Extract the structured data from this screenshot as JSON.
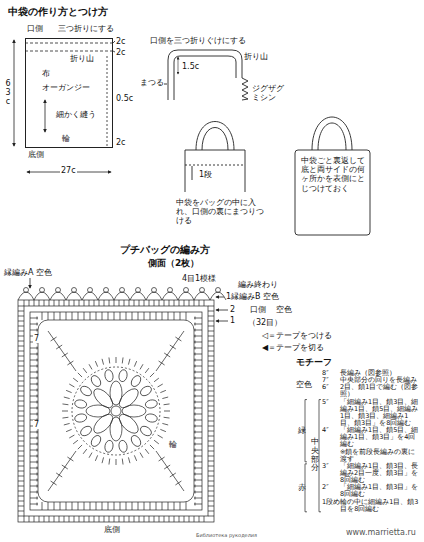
{
  "diagram": {
    "title": "中袋の作り方とつけ方",
    "nodes": [
      {
        "text": [
          "布",
          "オーガンジー"
        ]
      }
    ],
    "labels": [
      "口側",
      "三つ折りにする",
      "2c",
      "2c",
      "折り山",
      "0.5c",
      "細かく縫う",
      "63c",
      "輪",
      "2c",
      "底側",
      "27c",
      "口側を三つ折りぐけにする",
      "折り山",
      "1.5c",
      "まつる",
      "ジグザグミシン",
      "1段",
      "中袋をバッグの中に入れ、口側の裏にまつりつける",
      "中袋ごと裏返して底と両サイドの何ヶ所かを表側にとじつけておく",
      "プチバッグの編み方",
      "側面（2枚）",
      "縁編みA 空色",
      "4目1模様",
      "編み終わり",
      "1縁編みB 空色",
      "2",
      "1",
      "口側",
      "空色",
      "（32目）",
      "7",
      "7",
      "輪",
      "底側",
      "◁＝テープをつける",
      "◀＝テープを切る",
      "モチーフ",
      "8″",
      "長編み（図参照）",
      "7″",
      "中央部分の回りを長編み",
      "6″",
      "2目、鎖1目で編む（図参照）",
      "5″",
      "「細編み1目、鎖3目、細編み1目、鎖5目、細編み1目、鎖3目、細編み1目、鎖3目」を8回編む",
      "4″",
      "「細編み1目、鎖5目、細編み1目、鎖3目」を4回編む",
      "※鎖を前段長編みの裏に渡す",
      "3″",
      "「細編み1目、鎖3目、長編み2目一度、鎖3目」を8回編む",
      "2″",
      "「細編み1目、鎖3目」を8回編む",
      "1段め",
      "輪の中に細編み1目、鎖3目を8回編む",
      "空色",
      "緑",
      "赤",
      "中央部分",
      "Библиотека рукоделия",
      "www.marrietta.ru"
    ]
  }
}
